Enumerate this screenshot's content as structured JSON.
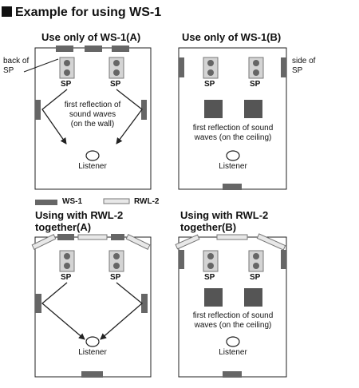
{
  "heading": "Example for using WS-1",
  "panels": [
    {
      "title": "Use only of WS-1(A)",
      "speaker": "SP",
      "callout": "back of\nSP",
      "reflection": "first reflection of\nsound waves\n(on the wall)",
      "listener": "Listener"
    },
    {
      "title": "Use only of WS-1(B)",
      "speaker": "SP",
      "callout": "side of\nSP",
      "reflection": "first reflection of sound\nwaves (on the ceiling)",
      "listener": "Listener"
    },
    {
      "title": "Using with RWL-2\ntogether(A)",
      "speaker": "SP",
      "listener": "Listener"
    },
    {
      "title": "Using with RWL-2\ntogether(B)",
      "speaker": "SP",
      "reflection": "first reflection of sound\nwaves (on the ceiling)",
      "listener": "Listener"
    }
  ],
  "legend": {
    "ws1": "WS-1",
    "rwl2": "RWL-2",
    "ws1_color": "#666666",
    "rwl2_color": "#e8e8e8"
  }
}
